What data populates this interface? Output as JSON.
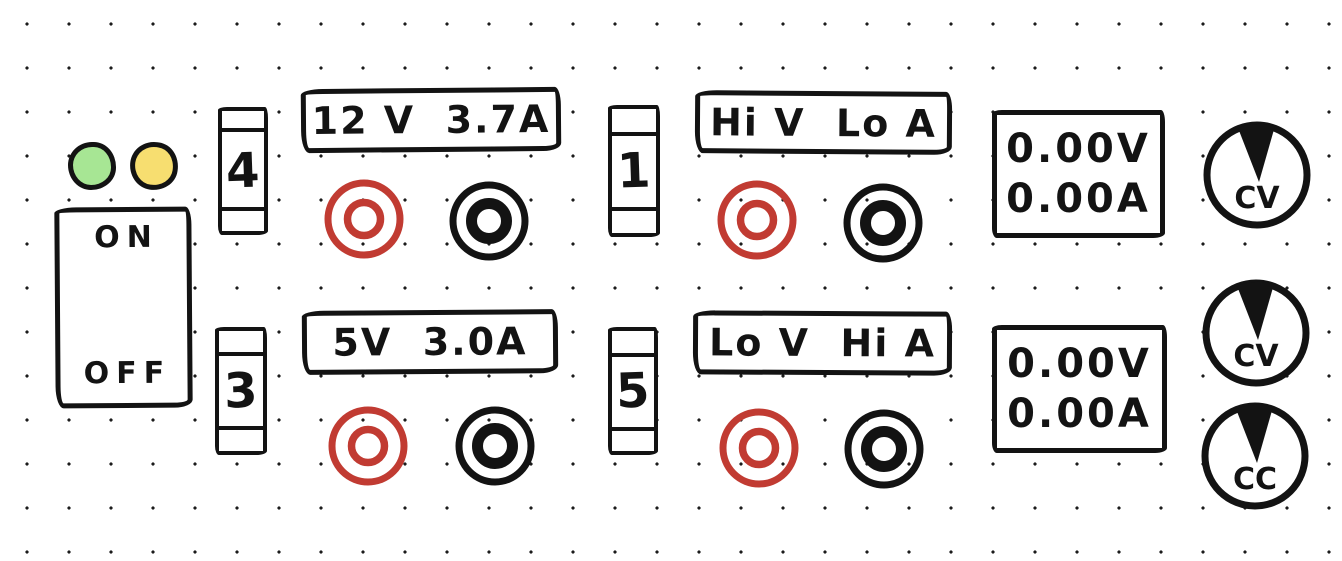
{
  "panel": {
    "title": "power-supply-front-panel-sketch",
    "background": "#ffffff",
    "ink": "#131313",
    "red": "#c13b32",
    "led_green": "#a7e694",
    "led_yellow": "#f7de70"
  },
  "power": {
    "on_label": "ON",
    "off_label": "OFF"
  },
  "sections": {
    "fixed_12v": {
      "fuse": "4",
      "rating": "12 V  3.7A"
    },
    "fixed_5v": {
      "fuse": "3",
      "rating": "5V  3.0A"
    },
    "var_hi_v": {
      "fuse": "1",
      "rating": "Hi V  Lo A"
    },
    "var_lo_v": {
      "fuse": "5",
      "rating": "Lo V  Hi A"
    }
  },
  "jacks": {
    "positive_color": "#c13b32",
    "negative_color": "#131313"
  },
  "meters": [
    {
      "volts": "0.00V",
      "amps": "0.00A"
    },
    {
      "volts": "0.00V",
      "amps": "0.00A"
    }
  ],
  "knobs": [
    {
      "label": "CV"
    },
    {
      "label": "CV"
    },
    {
      "label": "CC"
    }
  ]
}
